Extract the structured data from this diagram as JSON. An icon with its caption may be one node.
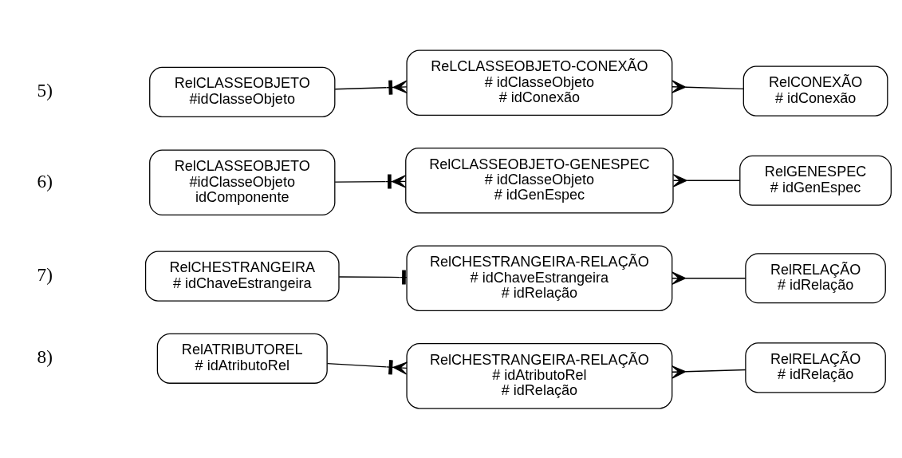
{
  "diagram": {
    "nodes": [
      {
        "text": [
          "RelCLASSEOBJETO",
          "#idClasseObjeto"
        ]
      },
      {
        "text": [
          "ReLCLASSEOBJETO-CONEXÃO",
          "# idClasseObjeto",
          "# idConexão"
        ]
      },
      {
        "text": [
          "RelCONEXÃO",
          "# idConexão"
        ]
      },
      {
        "text": [
          "RelCLASSEOBJETO",
          "#idClasseObjeto",
          "idComponente"
        ]
      },
      {
        "text": [
          "RelCLASSEOBJETO-GENESPEC",
          "# idClasseObjeto",
          "# idGenEspec"
        ]
      },
      {
        "text": [
          "RelGENESPEC",
          "# idGenEspec"
        ]
      },
      {
        "text": [
          "RelCHESTRANGEIRA",
          "# idChaveEstrangeira"
        ]
      },
      {
        "text": [
          "RelCHESTRANGEIRA-RELAÇÃO",
          "# idChaveEstrangeira",
          "# idRelação"
        ]
      },
      {
        "text": [
          "RelRELAÇÃO",
          "# idRelação"
        ]
      },
      {
        "text": [
          "RelATRIBUTOREL",
          "# idAtributoRel"
        ]
      },
      {
        "text": [
          "RelCHESTRANGEIRA-RELAÇÃO",
          "# idAtributoRel",
          "# idRelação"
        ]
      },
      {
        "text": [
          "RelRELAÇÃO",
          "# idRelação"
        ]
      }
    ],
    "edges": [
      {
        "from": 0,
        "to": 1,
        "arrow": "other"
      },
      {
        "from": 1,
        "to": 2,
        "arrow": "other"
      },
      {
        "from": 3,
        "to": 4,
        "arrow": "other"
      },
      {
        "from": 4,
        "to": 5,
        "arrow": "other"
      },
      {
        "from": 6,
        "to": 7,
        "arrow": "other"
      },
      {
        "from": 7,
        "to": 8,
        "arrow": "other"
      },
      {
        "from": 9,
        "to": 10,
        "arrow": "other"
      },
      {
        "from": 10,
        "to": 11,
        "arrow": "other"
      }
    ],
    "labels": [
      "5)",
      "6)",
      "7)",
      "8)"
    ]
  }
}
